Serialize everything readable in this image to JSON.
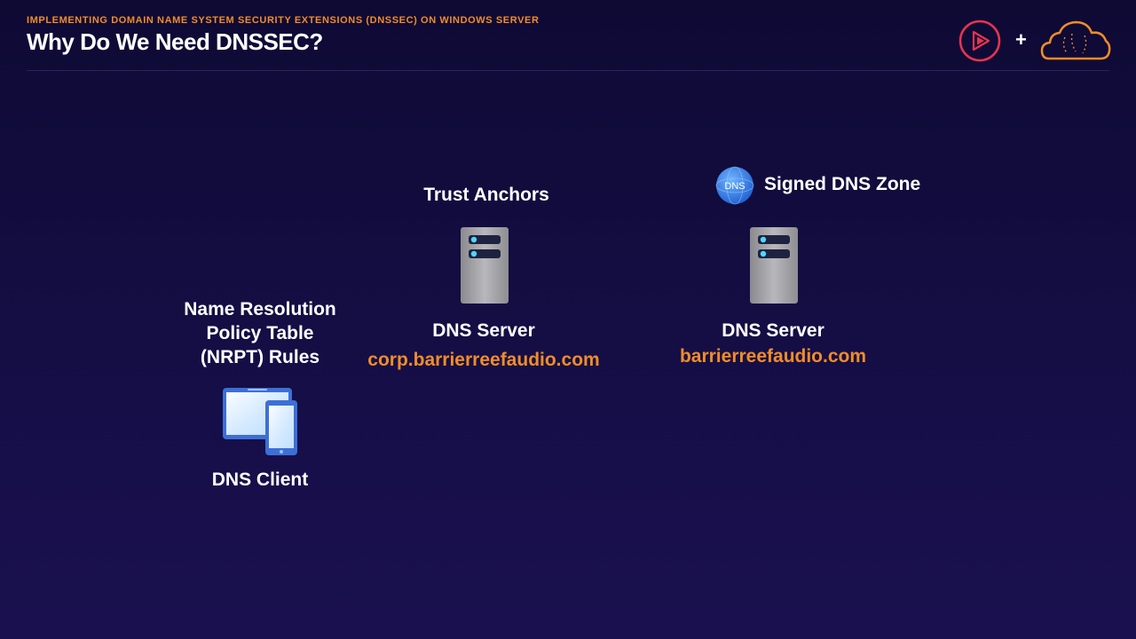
{
  "header": {
    "subtitle": "IMPLEMENTING DOMAIN NAME SYSTEM SECURITY EXTENSIONS (DNSSEC) ON WINDOWS SERVER",
    "title": "Why Do We Need DNSSEC?",
    "logos": {
      "left_icon": "play-logo-icon",
      "plus": "+",
      "right_icon": "cloud-logo-icon"
    }
  },
  "diagram": {
    "client": {
      "policy_lines": [
        "Name Resolution",
        "Policy Table",
        "(NRPT) Rules"
      ],
      "label": "DNS Client",
      "icon": "devices-icon"
    },
    "trust_server": {
      "heading": "Trust Anchors",
      "label": "DNS Server",
      "domain": "corp.barrierreefaudio.com",
      "icon": "server-icon"
    },
    "zone_server": {
      "badge_text": "DNS",
      "heading": "Signed DNS Zone",
      "label": "DNS Server",
      "domain": "barrierreefaudio.com",
      "icon": "server-icon"
    }
  },
  "colors": {
    "accent": "#f28c28",
    "background": "#150e45",
    "text": "#ffffff"
  }
}
